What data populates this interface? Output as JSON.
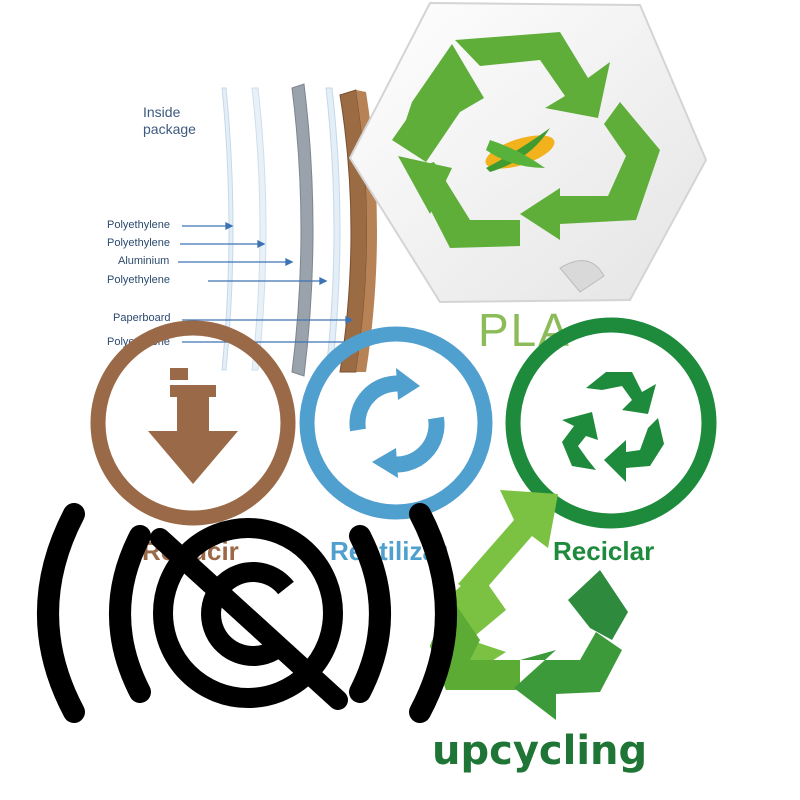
{
  "packaging": {
    "inside_label": "Inside\npackage",
    "layers": [
      {
        "label": "Polyethylene"
      },
      {
        "label": "Polyethylene"
      },
      {
        "label": "Aluminium"
      },
      {
        "label": "Polyethylene"
      },
      {
        "label": "Paperboard"
      },
      {
        "label": "Polyethylene"
      }
    ]
  },
  "pla": {
    "label": "PLA"
  },
  "r_icons": {
    "reduce": {
      "label": "Reducir",
      "color": "#9a6a48"
    },
    "reuse": {
      "label": "Reutilizar",
      "color": "#4f9fcf"
    },
    "recycle": {
      "label": "Reciclar",
      "color": "#1e8a3c"
    }
  },
  "upcycling": {
    "label": "upcycling",
    "color": "#1f7535"
  },
  "colors": {
    "pla_green": "#5fae3a",
    "upcycle_light": "#7cc242",
    "upcycle_dark": "#2e8b3e"
  }
}
